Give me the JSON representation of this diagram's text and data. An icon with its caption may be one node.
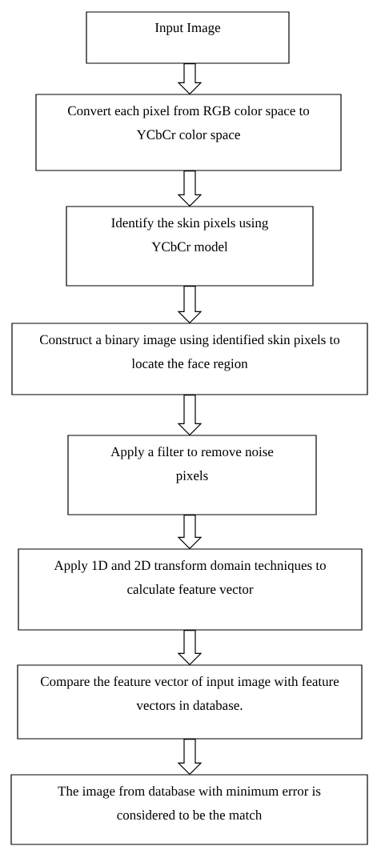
{
  "diagram": {
    "nodes": [
      {
        "text": [
          "Input Image"
        ]
      },
      {
        "text": [
          "Convert each pixel from RGB color space to YCbCr color space"
        ]
      },
      {
        "text": [
          "Identify the skin pixels using YCbCr model"
        ]
      },
      {
        "text": [
          "Construct a binary image using identified skin pixels to locate the face region"
        ]
      },
      {
        "text": [
          "Apply a filter to remove noise pixels"
        ]
      },
      {
        "text": [
          "Apply 1D and 2D transform domain techniques to calculate feature vector"
        ]
      },
      {
        "text": [
          "Compare the feature vector of input image with feature vectors in database."
        ]
      },
      {
        "text": [
          "The image from database with minimum error is considered to be the match"
        ]
      }
    ],
    "edges": [
      {
        "from": 0,
        "to": 1,
        "arrow": "to"
      },
      {
        "from": 1,
        "to": 2,
        "arrow": "to"
      },
      {
        "from": 2,
        "to": 3,
        "arrow": "to"
      },
      {
        "from": 3,
        "to": 4,
        "arrow": "to"
      },
      {
        "from": 4,
        "to": 5,
        "arrow": "to"
      },
      {
        "from": 5,
        "to": 6,
        "arrow": "to"
      },
      {
        "from": 6,
        "to": 7,
        "arrow": "to"
      }
    ]
  }
}
